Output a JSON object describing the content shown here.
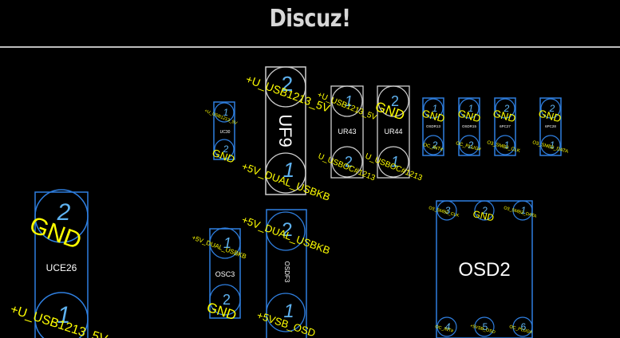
{
  "header": {
    "title": "Discuz!"
  },
  "colors": {
    "background": "#000000",
    "blue_outline": "#2f7fe0",
    "white_outline": "#cfcfcf",
    "pin_number": "#5eb2f0",
    "net_label": "#ffff00",
    "designator": "#ffffff"
  },
  "components": [
    {
      "id": "UCE26",
      "outline": "blue",
      "label": "UCE26",
      "pins": [
        {
          "num": "2",
          "net": "GND"
        },
        {
          "num": "1",
          "net": "+U_USB1213_5V"
        }
      ]
    },
    {
      "id": "UC30",
      "outline": "blue",
      "label": "UC30",
      "pins": [
        {
          "num": "1",
          "net": "+U_USB1213_5V"
        },
        {
          "num": "2",
          "net": "GND"
        }
      ]
    },
    {
      "id": "UF9",
      "outline": "white",
      "label": "UF9",
      "pins": [
        {
          "num": "2",
          "net": "+U_USB1213_5V"
        },
        {
          "num": "1",
          "net": "+5V_DUAL_USBKB"
        }
      ]
    },
    {
      "id": "UR43",
      "outline": "white",
      "label": "UR43",
      "pins": [
        {
          "num": "1",
          "net": "+U_USB1213_5V"
        },
        {
          "num": "2",
          "net": "U_USBOC#1213"
        }
      ]
    },
    {
      "id": "UR44",
      "outline": "white",
      "label": "UR44",
      "pins": [
        {
          "num": "2",
          "net": "GND"
        },
        {
          "num": "1",
          "net": "U_USBOC#1213"
        }
      ]
    },
    {
      "id": "OSDR13",
      "outline": "blue",
      "label": "OSDR13",
      "pins": [
        {
          "num": "1",
          "net": "GND"
        },
        {
          "num": "2",
          "net": "OC_INT#"
        }
      ]
    },
    {
      "id": "OSDR15",
      "outline": "blue",
      "label": "OSDR15",
      "pins": [
        {
          "num": "1",
          "net": "GND"
        },
        {
          "num": "2",
          "net": "OC_PLUG#"
        }
      ]
    },
    {
      "id": "6PC27",
      "outline": "blue",
      "label": "6PC27",
      "pins": [
        {
          "num": "2",
          "net": "GND"
        },
        {
          "num": "1",
          "net": "O3_SMB2_CLK"
        }
      ]
    },
    {
      "id": "6PC28",
      "outline": "blue",
      "label": "6PC28",
      "pins": [
        {
          "num": "2",
          "net": "GND"
        },
        {
          "num": "1",
          "net": "O3_SMB2_DATA"
        }
      ]
    },
    {
      "id": "OSC3",
      "outline": "blue",
      "label": "OSC3",
      "pins": [
        {
          "num": "1",
          "net": "+5V_DUAL_USBKB"
        },
        {
          "num": "2",
          "net": "GND"
        }
      ]
    },
    {
      "id": "OSDF3",
      "outline": "blue",
      "label": "OSDF3",
      "pins": [
        {
          "num": "2",
          "net": "+5V_DUAL_USBKB"
        },
        {
          "num": "1",
          "net": "+5VSB_OSD"
        }
      ]
    },
    {
      "id": "OSD2",
      "outline": "blue",
      "label": "OSD2",
      "pins": [
        {
          "num": "3",
          "net": "O3_SMB2_CLK"
        },
        {
          "num": "2",
          "net": "GND"
        },
        {
          "num": "1",
          "net": "O3_SMB2_DATA"
        },
        {
          "num": "4",
          "net": "OC_INT#"
        },
        {
          "num": "5",
          "net": "+5VSB_OSD"
        },
        {
          "num": "6",
          "net": "OC_PLUG#"
        }
      ]
    }
  ]
}
